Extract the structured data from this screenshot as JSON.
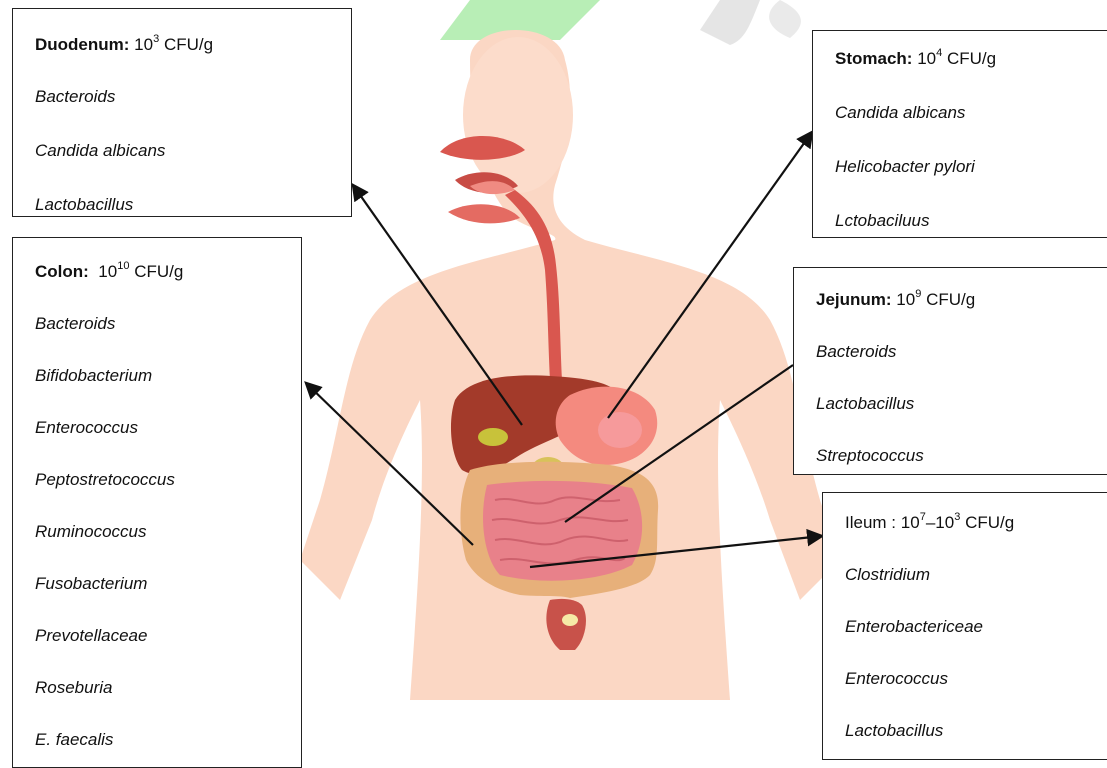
{
  "boxes": {
    "duodenum": {
      "name": "Duodenum:",
      "base": "10",
      "exp": "3",
      "unit": "CFU/g",
      "organisms": [
        "Bacteroids",
        "Candida albicans",
        "Lactobacillus"
      ]
    },
    "stomach": {
      "name": "Stomach:",
      "base": "10",
      "exp": "4",
      "unit": "CFU/g",
      "organisms": [
        "Candida albicans",
        "Helicobacter pylori",
        "Lctobaciluus"
      ]
    },
    "colon": {
      "name": "Colon:",
      "base": "10",
      "exp": "10",
      "unit": "CFU/g",
      "organisms": [
        "Bacteroids",
        "Bifidobacterium",
        "Enterococcus",
        "Peptostretococcus",
        "Ruminococcus",
        "Fusobacterium",
        "Prevotellaceae",
        "Roseburia",
        "E. faecalis"
      ]
    },
    "jejunum": {
      "name": "Jejunum:",
      "base": "10",
      "exp": "9",
      "unit": "CFU/g",
      "organisms": [
        "Bacteroids",
        "Lactobacillus",
        "Streptococcus"
      ]
    },
    "ileum": {
      "name": "Ileum :",
      "base1": "10",
      "exp1": "7",
      "sep": "–",
      "base2": "10",
      "exp2": "3",
      "unit": "CFU/g",
      "organisms": [
        "Clostridium",
        "Enterobactericeae",
        "Enterococcus",
        "Lactobacillus"
      ]
    }
  },
  "colors": {
    "body_skin": "#fbd7c4",
    "liver": "#a33a2a",
    "stomach": "#f48a7f",
    "intestine": "#e8818a",
    "colon": "#e7b07a",
    "esophagus": "#d9574f",
    "gallbladder": "#c8c23a",
    "arrow": "#111111",
    "watermark_green": "#7ee07a",
    "watermark_gray": "#cfcfcf"
  }
}
